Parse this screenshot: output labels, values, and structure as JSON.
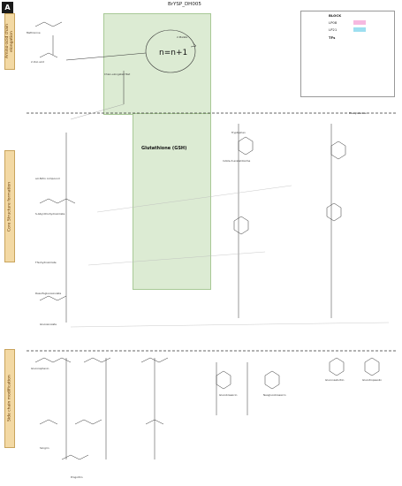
{
  "panel_label": "A",
  "title": "BrYSP_DH005",
  "sections": [
    {
      "id": "amino",
      "label": "Amino-acid chain elongation"
    },
    {
      "id": "core",
      "label": "Core Structure formation"
    },
    {
      "id": "side",
      "label": "Side chain modification"
    }
  ],
  "cycle_label": "n=n+1",
  "gsh_label": "Glutathione (GSH)",
  "legend": {
    "title": "BLOCK",
    "items": [
      {
        "label": "LP08",
        "color": "#f6b9e0"
      },
      {
        "label": "LP21",
        "color": "#9ddff0"
      }
    ],
    "tfs_label": "TFs"
  },
  "colors": {
    "pink": "#f6b9e0",
    "blue": "#9ddff0",
    "green_box": "#dcebd3",
    "section_tag": "#f3d9a4"
  },
  "molecules": [
    "Methionine",
    "2-Oxo acid",
    "2-Malate",
    "Chain-elongated Met",
    "Phenylalanine",
    "Tryptophan",
    "Indole-3-acetaldoxime",
    "aci-Nitro compound",
    "S-Alkyl-thiohydroximate",
    "Thiohydroximate",
    "Desulfoglucosinolate",
    "Glucosinolate",
    "Glucoraphanin",
    "Sinigrin",
    "Progoitrin",
    "Glucobrassicin",
    "Neoglucobrassicin",
    "Gluconasturtiin",
    "Glucotropaeolin"
  ]
}
